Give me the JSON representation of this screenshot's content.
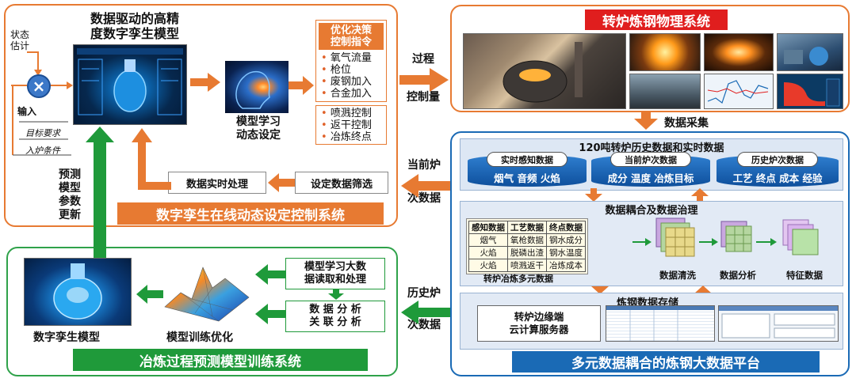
{
  "top_left": {
    "title_line1": "数据驱动的高精",
    "title_line2": "度数字孪生模型",
    "state_line1": "状态",
    "state_line2": "估计",
    "input_label": "输入",
    "target_req": "目标要求",
    "furnace_cond": "入炉条件",
    "model_label_line1": "模型学习",
    "model_label_line2": "动态设定",
    "decision_title_line1": "优化决策",
    "decision_title_line2": "控制指令",
    "commands_a": [
      "氧气流量",
      "枪位",
      "废钢加入",
      "合金加入"
    ],
    "commands_b": [
      "喷溅控制",
      "返干控制",
      "冶炼终点"
    ],
    "realtime_box": "数据实时处理",
    "filter_box": "设定数据筛选",
    "banner": "数字孪生在线动态设定控制系统"
  },
  "flows": {
    "process_line1": "过程",
    "process_line2": "控制量",
    "data_collect": "数据采集",
    "current_line1": "当前炉",
    "current_line2": "次数据",
    "history_line1": "历史炉",
    "history_line2": "次数据",
    "predict_update": [
      "预测",
      "模型",
      "参数",
      "更新"
    ]
  },
  "top_right": {
    "title": "转炉炼钢物理系统"
  },
  "bottom_right": {
    "header": "120吨转炉历史数据和实时数据",
    "realtime_tag": "实时感知数据",
    "realtime_vals": "烟气 音频 火焰",
    "current_tag": "当前炉次数据",
    "current_vals": "成分 温度 冶炼目标",
    "history_tag": "历史炉次数据",
    "history_vals": "工艺 终点 成本 经验",
    "coupling_title": "数据耦合及数据治理",
    "table_header": [
      "感知数据",
      "工艺数据",
      "终点数据"
    ],
    "table_rows": [
      [
        "烟气",
        "氧枪数据",
        "钢水成分"
      ],
      [
        "火焰",
        "脱磷出渣",
        "钢水温度"
      ],
      [
        "火焰",
        "喷溅返干",
        "冶炼成本"
      ]
    ],
    "table_caption": "转炉冶炼多元数据",
    "clean_label": "数据清洗",
    "analysis_label": "数据分析",
    "feature_label": "特征数据",
    "storage_title": "炼钢数据存储",
    "edge_line1": "转炉边缘端",
    "edge_line2": "云计算服务器",
    "banner": "多元数据耦合的炼钢大数据平台"
  },
  "bottom_left": {
    "read_box_line1": "模型学习大数",
    "read_box_line2": "据读取和处理",
    "analysis_box_line1": "数 据 分 析",
    "analysis_box_line2": "关 联 分 析",
    "twin_label": "数字孪生模型",
    "train_label": "模型训练优化",
    "banner": "冶炼过程预测模型训练系统"
  },
  "colors": {
    "orange": "#e77a32",
    "green": "#1f9a3a",
    "blue": "#1a6ab5",
    "red_banner": "#e01e1e"
  }
}
